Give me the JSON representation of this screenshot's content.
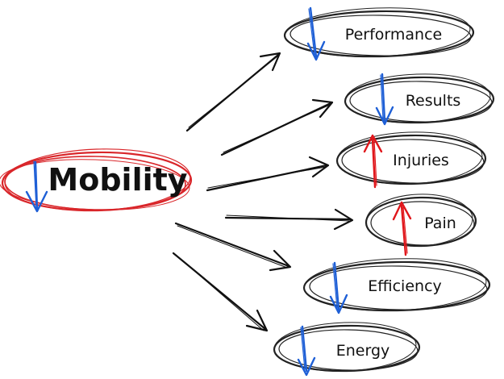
{
  "center": {
    "label": "Mobility",
    "color": "#d9262a",
    "trend": "down"
  },
  "outcomes": [
    {
      "label": "Performance",
      "trend": "down"
    },
    {
      "label": "Results",
      "trend": "down"
    },
    {
      "label": "Injuries",
      "trend": "up"
    },
    {
      "label": "Pain",
      "trend": "up"
    },
    {
      "label": "Efficiency",
      "trend": "down"
    },
    {
      "label": "Energy",
      "trend": "down"
    }
  ],
  "colors": {
    "down_arrow": "#1e5fd6",
    "up_arrow": "#e0161b",
    "ink": "#111111"
  }
}
